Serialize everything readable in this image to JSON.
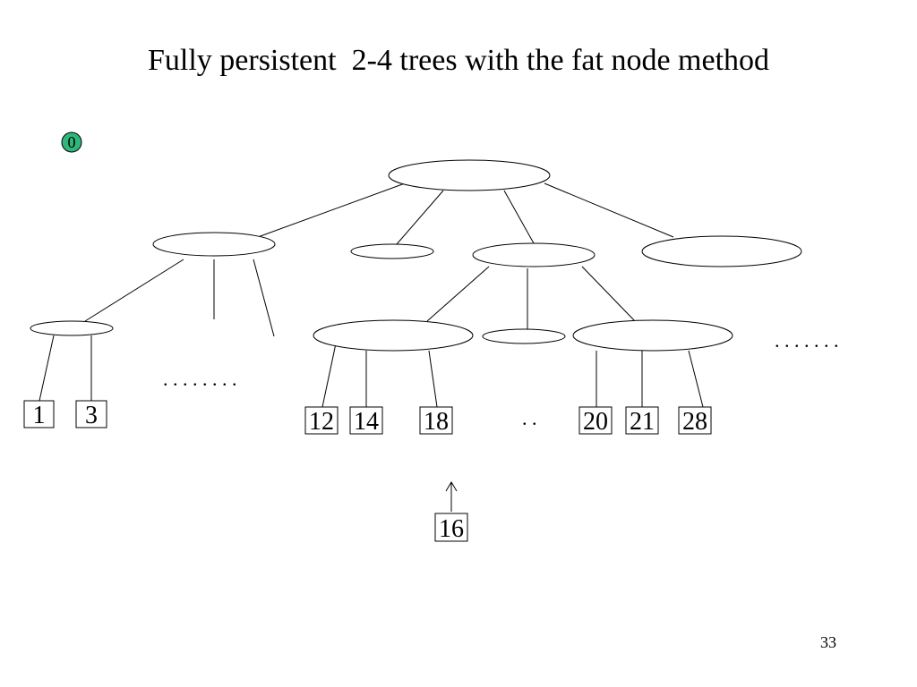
{
  "slide": {
    "title": "Fully persistent  2-4 trees with the fat node method",
    "page_number": "33"
  },
  "version_badge": {
    "label": "0",
    "color": "#2fb67a"
  },
  "leaves": {
    "left_group": [
      "1",
      "3"
    ],
    "middle_group": [
      "12",
      "14",
      "18"
    ],
    "right_group": [
      "20",
      "21",
      "28"
    ]
  },
  "inserted_key": {
    "label": "16"
  },
  "ellipses": {
    "left_subtree": ". . . . . . . .",
    "middle_gap": ". .",
    "right_side": ". . . . . . ."
  }
}
